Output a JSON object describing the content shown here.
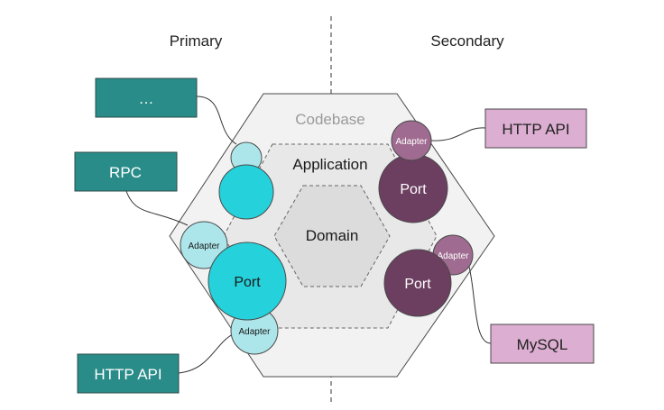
{
  "headings": {
    "primary": "Primary",
    "secondary": "Secondary"
  },
  "hexagons": {
    "codebase": "Codebase",
    "application": "Application",
    "domain": "Domain"
  },
  "primary_actors": {
    "ellipsis": "…",
    "rpc": "RPC",
    "http_api": "HTTP API"
  },
  "secondary_actors": {
    "http_api": "HTTP API",
    "mysql": "MySQL"
  },
  "ports": {
    "primary": "Port",
    "secondary_top": "Port",
    "secondary_bottom": "Port"
  },
  "adapters": {
    "primary_rpc": "Adapter",
    "primary_http": "Adapter",
    "secondary_http": "Adapter",
    "secondary_mysql": "Adapter"
  },
  "colors": {
    "primary_box": "#2a8c89",
    "primary_port": "#25d2dc",
    "primary_adapter": "#ade6ea",
    "secondary_port": "#6c3e60",
    "secondary_adapter": "#9f6b90",
    "secondary_box": "#dcaed1",
    "codebase_fill": "#f2f2f2",
    "domain_fill": "#dcdcdc"
  }
}
